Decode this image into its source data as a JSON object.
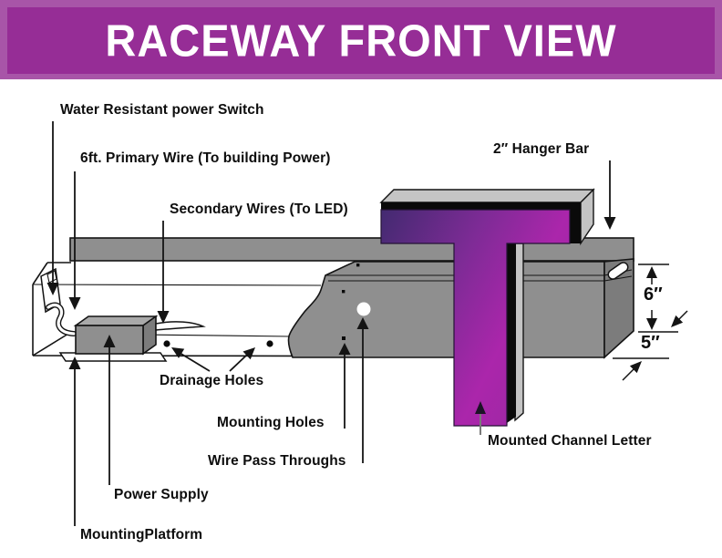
{
  "header": {
    "title": "RACEWAY FRONT VIEW"
  },
  "labels": {
    "water_switch": "Water Resistant power Switch",
    "primary_wire": "6ft. Primary Wire (To building Power)",
    "secondary_wires": "Secondary Wires (To LED)",
    "hanger_bar": "2″ Hanger Bar",
    "drainage_holes": "Drainage Holes",
    "mounting_holes": "Mounting Holes",
    "wire_pass_throughs": "Wire Pass Throughs",
    "power_supply": "Power Supply",
    "mounting_platform": "MountingPlatform",
    "mounted_letter": "Mounted Channel Letter"
  },
  "dimensions": {
    "raceway_height": "6″",
    "raceway_depth": "5″"
  },
  "colors": {
    "header_outer": "#a855a8",
    "header_inner": "#962d96",
    "header_text": "#ffffff",
    "outline": "#141414",
    "raceway_gray": "#8f8f8f",
    "raceway_side_gray": "#7c7c7c",
    "bevel_gray": "#c4c4c4",
    "letter_gradient": [
      "#3f2a6e",
      "#7e2b96",
      "#ab26ab",
      "#9a28a2"
    ]
  }
}
